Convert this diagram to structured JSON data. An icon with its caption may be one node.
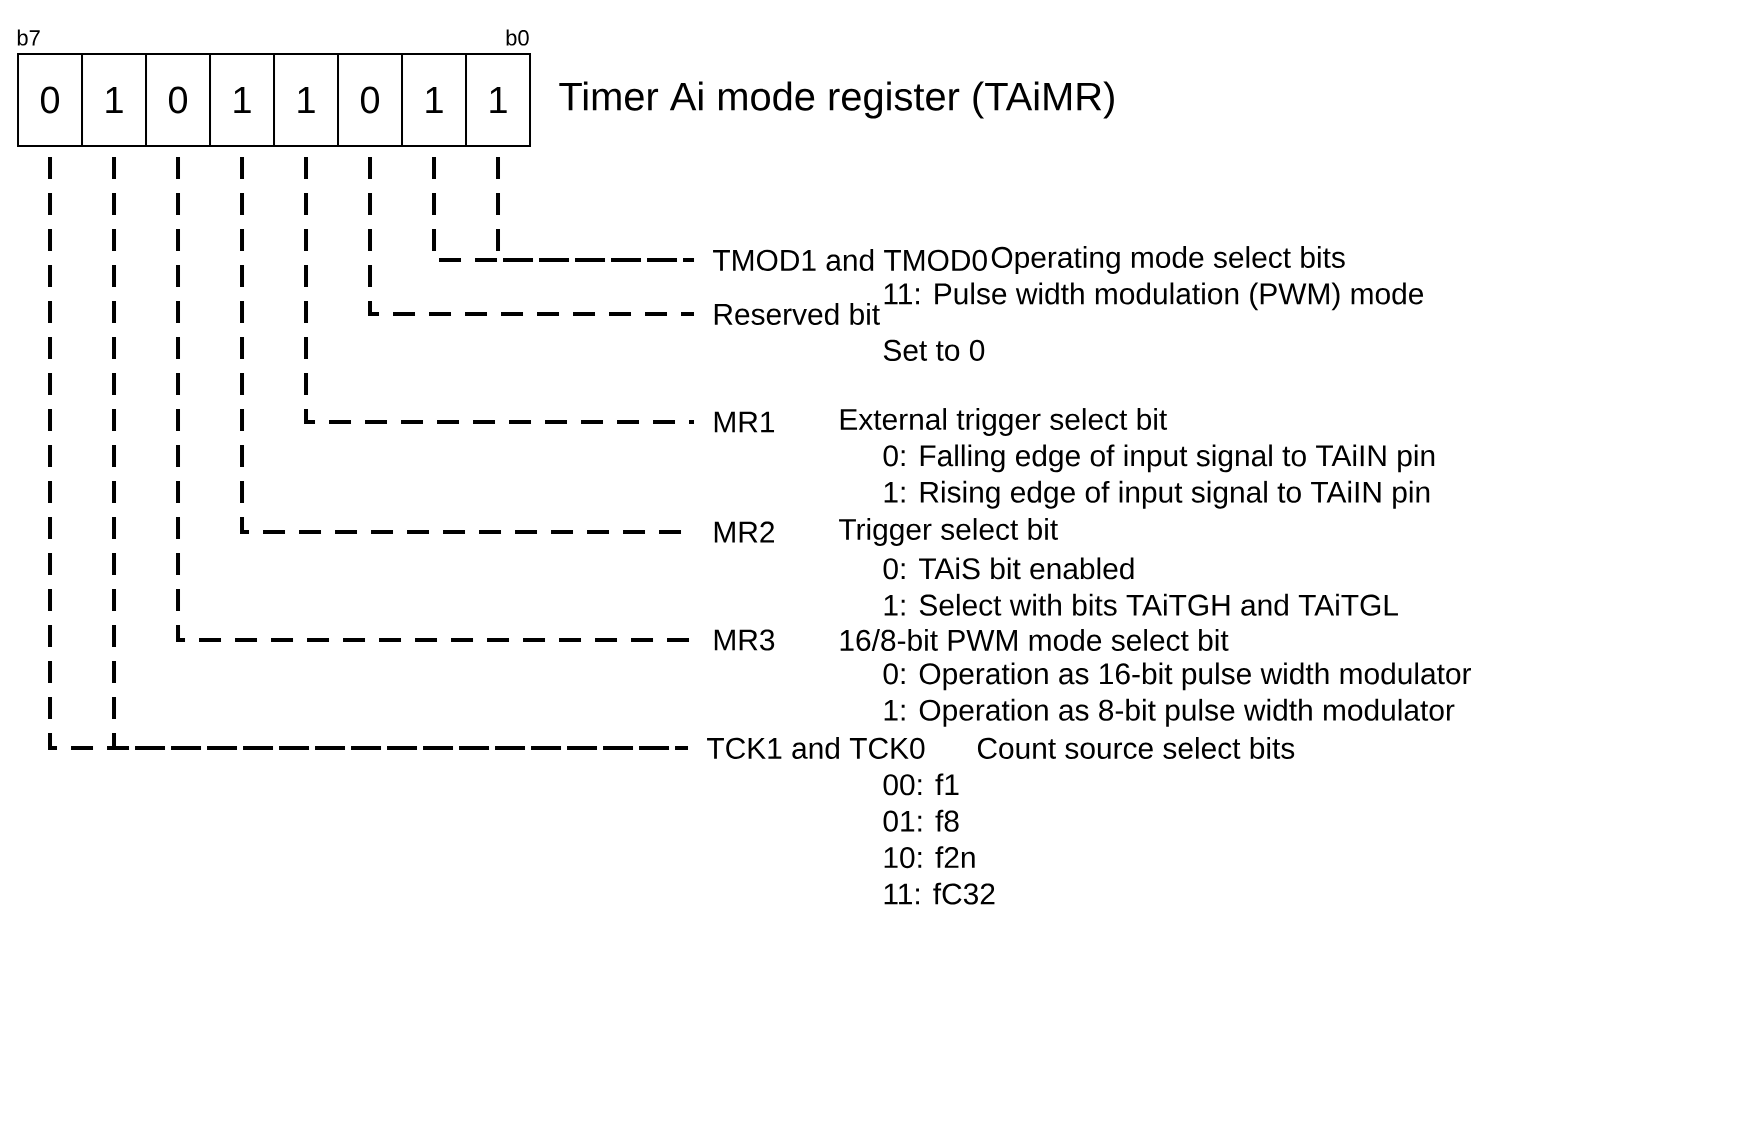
{
  "diagram": {
    "nodes": [
      {
        "text": [
          "0"
        ]
      },
      {
        "text": [
          "1"
        ]
      },
      {
        "text": [
          "0"
        ]
      },
      {
        "text": [
          "1"
        ]
      },
      {
        "text": [
          "1"
        ]
      },
      {
        "text": [
          "0"
        ]
      },
      {
        "text": [
          "1"
        ]
      },
      {
        "text": [
          "1"
        ]
      },
      {
        "text": [
          "TMOD1 and TMOD0",
          "Operating mode select bits",
          "11: Pulse width modulation (PWM)  mode"
        ]
      },
      {
        "text": [
          "Reserved bit",
          "Set to 0"
        ]
      },
      {
        "text": [
          "MR1",
          "External trigger select bit",
          "0: Falling edge of input signal to TAiIN pin",
          "1: Rising edge of input signal to TAiIN pin"
        ]
      },
      {
        "text": [
          "MR2",
          "Trigger select bit",
          "0: TAiS bit enabled",
          "1: Select with bits TAiTGH and TAiTGL"
        ]
      },
      {
        "text": [
          "MR3",
          "16/8-bit PWM mode select bit",
          "0: Operation as 16-bit pulse width modulator",
          "1: Operation as 8-bit pulse width modulator"
        ]
      },
      {
        "text": [
          "TCK1 and TCK0",
          "Count source select bits",
          "00: f1",
          "01: f8",
          "10: f2n",
          "11: fC32"
        ]
      }
    ],
    "edges": [
      {
        "from": 7,
        "to": 8,
        "arrow": "none",
        "style": "dashed"
      },
      {
        "from": 6,
        "to": 8,
        "arrow": "none",
        "style": "dashed"
      },
      {
        "from": 5,
        "to": 9,
        "arrow": "none",
        "style": "dashed"
      },
      {
        "from": 4,
        "to": 10,
        "arrow": "none",
        "style": "dashed"
      },
      {
        "from": 3,
        "to": 11,
        "arrow": "none",
        "style": "dashed"
      },
      {
        "from": 2,
        "to": 12,
        "arrow": "none",
        "style": "dashed"
      },
      {
        "from": 1,
        "to": 13,
        "arrow": "none",
        "style": "dashed"
      },
      {
        "from": 0,
        "to": 13,
        "arrow": "none",
        "style": "dashed"
      }
    ],
    "labels": [
      "b7",
      "b0",
      "Timer Ai mode register (TAiMR)"
    ]
  }
}
